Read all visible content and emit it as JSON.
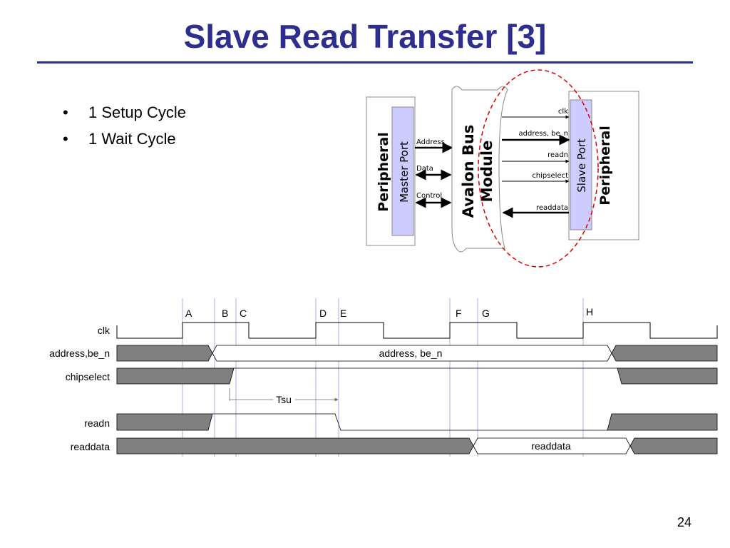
{
  "slide": {
    "title": "Slave Read Transfer [3]",
    "bullets": [
      "1 Setup Cycle",
      "1 Wait Cycle"
    ],
    "page_number": "24"
  },
  "block_diagram": {
    "master_peripheral_label": "Peripheral",
    "master_port_label": "Master Port",
    "bus_label_line1": "Avalon Bus",
    "bus_label_line2": "Module",
    "slave_port_label": "Slave Port",
    "slave_peripheral_label": "Peripheral",
    "master_signals": [
      "Address",
      "Data",
      "Control"
    ],
    "slave_signals": [
      "clk",
      "address, be_n",
      "readn",
      "chipselect",
      "readdata"
    ],
    "colors": {
      "port_fill": "#ccccff",
      "highlight_ellipse": "#e00000"
    }
  },
  "timing": {
    "markers": [
      "A",
      "B",
      "C",
      "D",
      "E",
      "F",
      "G",
      "H"
    ],
    "signal_names": [
      "clk",
      "address,be_n",
      "chipselect",
      "readn",
      "readdata"
    ],
    "bus_value_address": "address, be_n",
    "bus_value_readdata": "readdata",
    "setup_time_label": "Tsu",
    "colors": {
      "undefined_fill": "#808080",
      "marker_line": "#9999dd"
    }
  }
}
